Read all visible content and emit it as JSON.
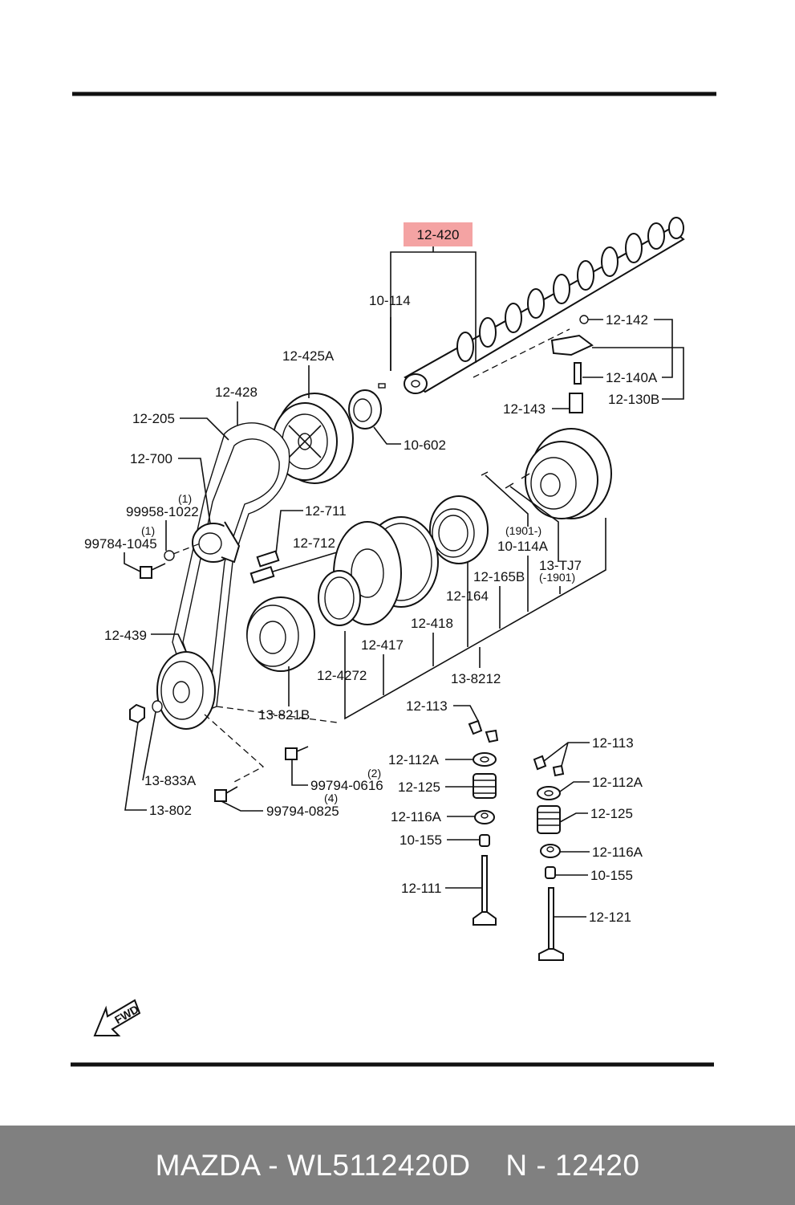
{
  "highlight_color": "#f4a3a3",
  "footer": {
    "brand_part": "MAZDA - WL5112420D",
    "ref": "N - 12420",
    "background": "#808080"
  },
  "fwd_label": "FWD",
  "labels": {
    "l_12_420": "12-420",
    "l_10_114": "10-114",
    "l_12_142": "12-142",
    "l_12_140A": "12-140A",
    "l_12_130B": "12-130B",
    "l_12_143": "12-143",
    "l_12_425A": "12-425A",
    "l_12_428": "12-428",
    "l_12_205": "12-205",
    "l_10_602": "10-602",
    "l_12_700": "12-700",
    "l_q1a": "(1)",
    "l_99958_1022": "99958-1022",
    "l_q1b": "(1)",
    "l_99784_1045": "99784-1045",
    "l_12_711": "12-711",
    "l_12_712": "12-712",
    "l_1901_dash": "(1901-)",
    "l_10_114A": "10-114A",
    "l_13_TJ7": "13-TJ7",
    "l_dash_1901": "(-1901)",
    "l_12_165B": "12-165B",
    "l_12_164": "12-164",
    "l_12_418": "12-418",
    "l_12_417": "12-417",
    "l_12_439": "12-439",
    "l_12_4272": "12-4272",
    "l_13_8212": "13-8212",
    "l_13_821B": "13-821B",
    "l_12_113a": "12-113",
    "l_12_113b": "12-113",
    "l_12_112Aa": "12-112A",
    "l_12_112Ab": "12-112A",
    "l_q2": "(2)",
    "l_99794_0616": "99794-0616",
    "l_12_125a": "12-125",
    "l_12_125b": "12-125",
    "l_13_833A": "13-833A",
    "l_q4": "(4)",
    "l_99794_0825": "99794-0825",
    "l_13_802": "13-802",
    "l_12_116Aa": "12-116A",
    "l_12_116Ab": "12-116A",
    "l_10_155a": "10-155",
    "l_10_155b": "10-155",
    "l_12_111": "12-111",
    "l_12_121": "12-121"
  }
}
